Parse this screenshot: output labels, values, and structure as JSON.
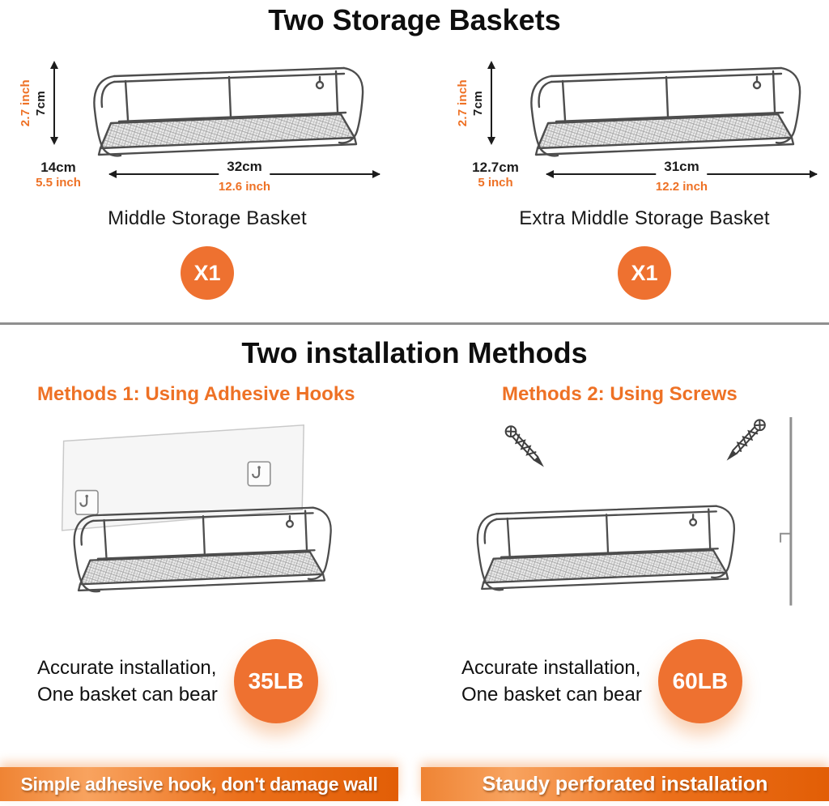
{
  "colors": {
    "accent_orange": "#EE7130",
    "heading_orange": "#EE7125",
    "banner_orange_dark": "#E25E06",
    "text_black": "#111111",
    "divider_gray": "#8F8F8F"
  },
  "section_baskets": {
    "title": "Two Storage Baskets",
    "baskets": [
      {
        "name": "Middle Storage Basket",
        "quantity": "X1",
        "height_cm": "7cm",
        "height_inch": "2.7 inch",
        "depth_cm": "14cm",
        "depth_inch": "5.5 inch",
        "width_cm": "32cm",
        "width_inch": "12.6 inch"
      },
      {
        "name": "Extra Middle Storage Basket",
        "quantity": "X1",
        "height_cm": "7cm",
        "height_inch": "2.7 inch",
        "depth_cm": "12.7cm",
        "depth_inch": "5 inch",
        "width_cm": "31cm",
        "width_inch": "12.2 inch"
      }
    ]
  },
  "section_installation": {
    "title": "Two installation Methods",
    "methods": [
      {
        "heading": "Methods 1: Using Adhesive Hooks",
        "note_line1": "Accurate installation,",
        "note_line2": "One basket can bear",
        "weight": "35LB",
        "banner": "Simple adhesive hook, don't damage wall"
      },
      {
        "heading": "Methods 2: Using Screws",
        "note_line1": "Accurate installation,",
        "note_line2": "One basket can bear",
        "weight": "60LB",
        "banner": "Staudy perforated installation"
      }
    ]
  }
}
